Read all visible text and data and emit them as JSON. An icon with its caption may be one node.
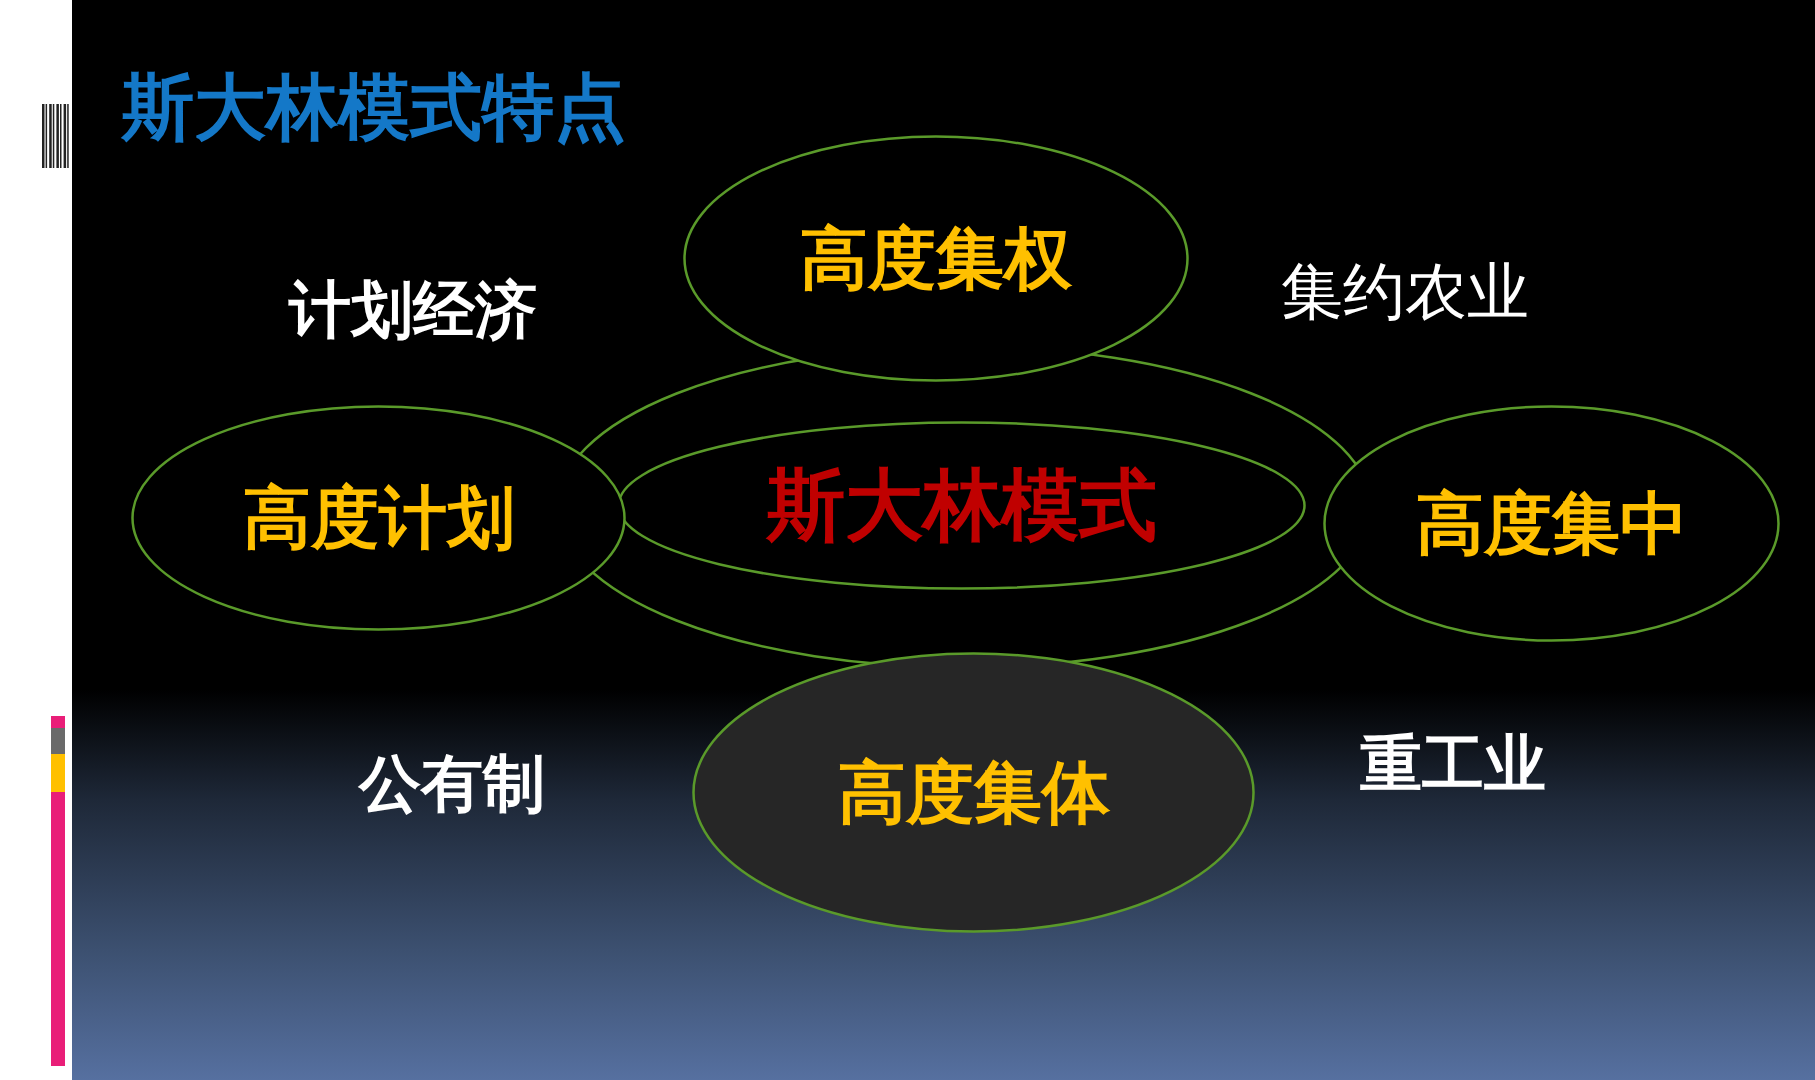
{
  "diagram": {
    "title": "斯大林模式特点",
    "nodes": [
      {
        "text": [
          "高度集权"
        ]
      },
      {
        "text": [],
        "shape": "circle"
      },
      {
        "text": [
          "高度计划"
        ]
      },
      {
        "text": [
          "斯大林模式"
        ],
        "in": 1
      },
      {
        "text": [
          "高度集中"
        ]
      },
      {
        "text": [
          "高度集体"
        ]
      }
    ],
    "edges": [],
    "labels": [
      "计划经济",
      "集约农业",
      "公有制",
      "重工业"
    ]
  }
}
